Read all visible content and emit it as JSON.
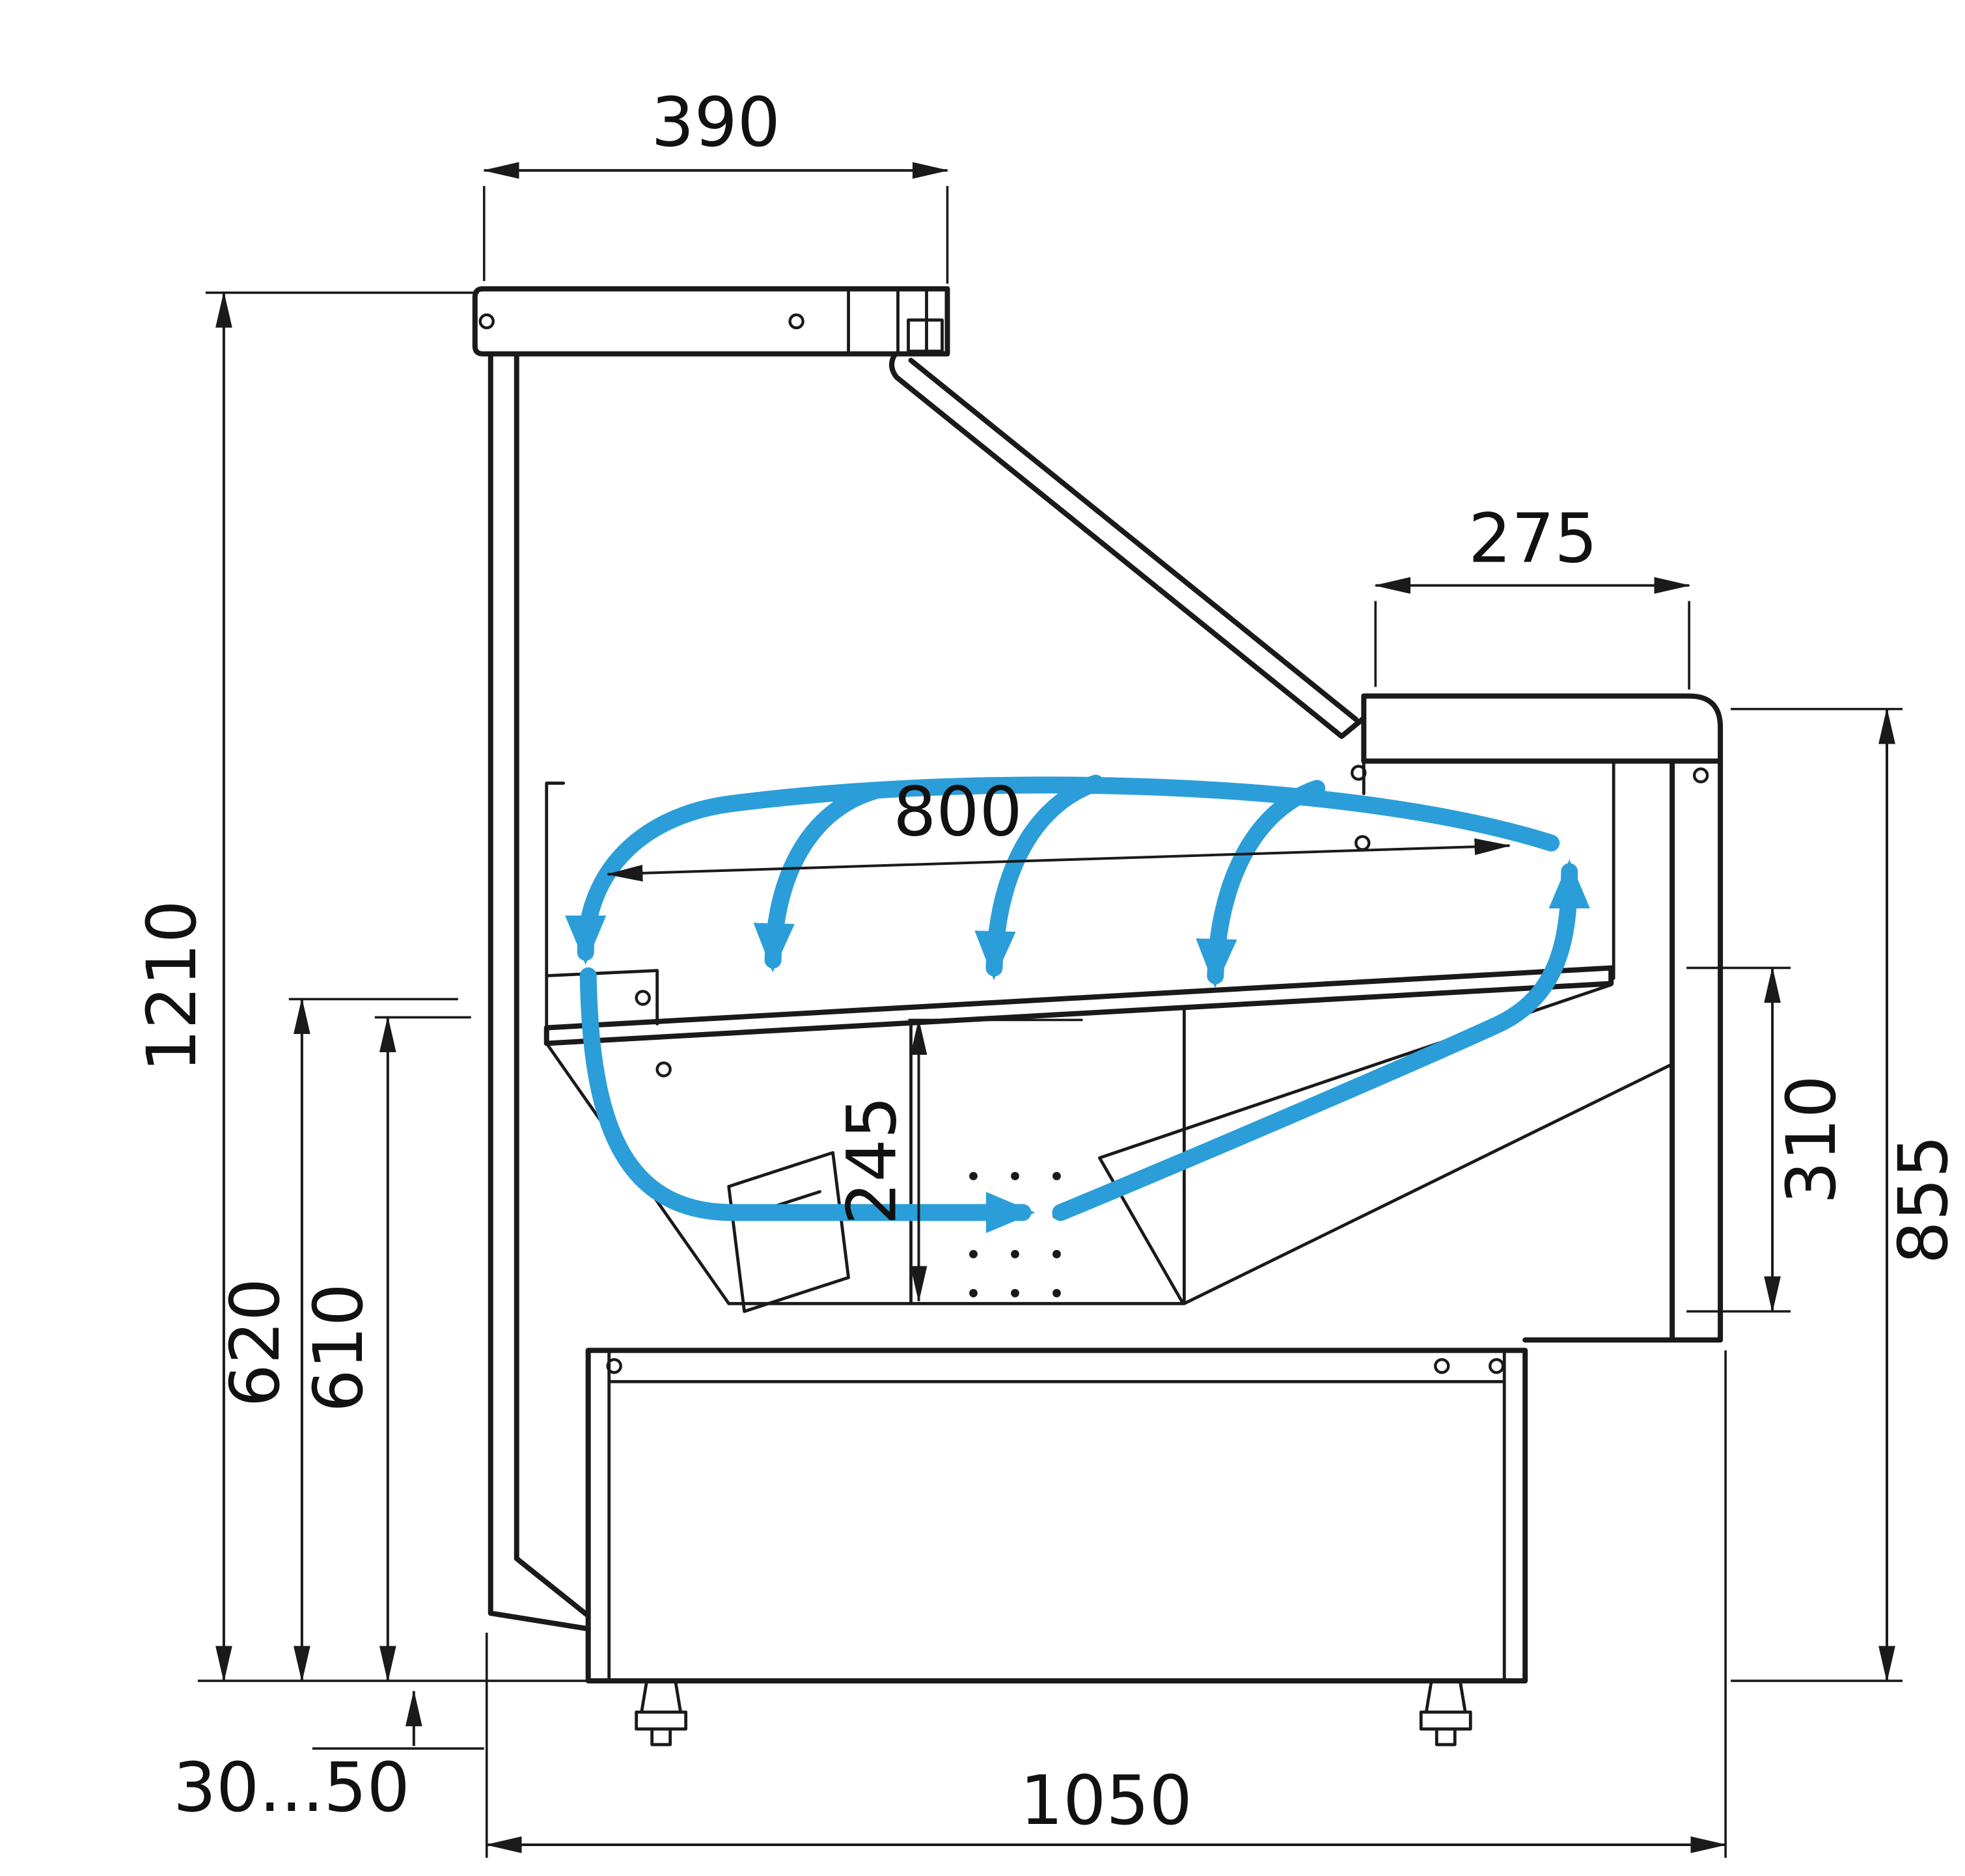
{
  "diagram": {
    "subject": "refrigerated-display-case-side-cross-section-with-airflow",
    "colors": {
      "line": "#1a1a1a",
      "airflow": "#2b9ed9",
      "background": "#ffffff"
    },
    "dimensions": {
      "canopy_width": "390",
      "counter_depth": "275",
      "display_opening": "800",
      "overall_height": "1210",
      "rear_height_outer": "620",
      "rear_height_inner": "610",
      "well_height": "245",
      "duct_height": "310",
      "front_height": "855",
      "foot_adjustment": "30...50",
      "base_depth": "1050"
    }
  }
}
